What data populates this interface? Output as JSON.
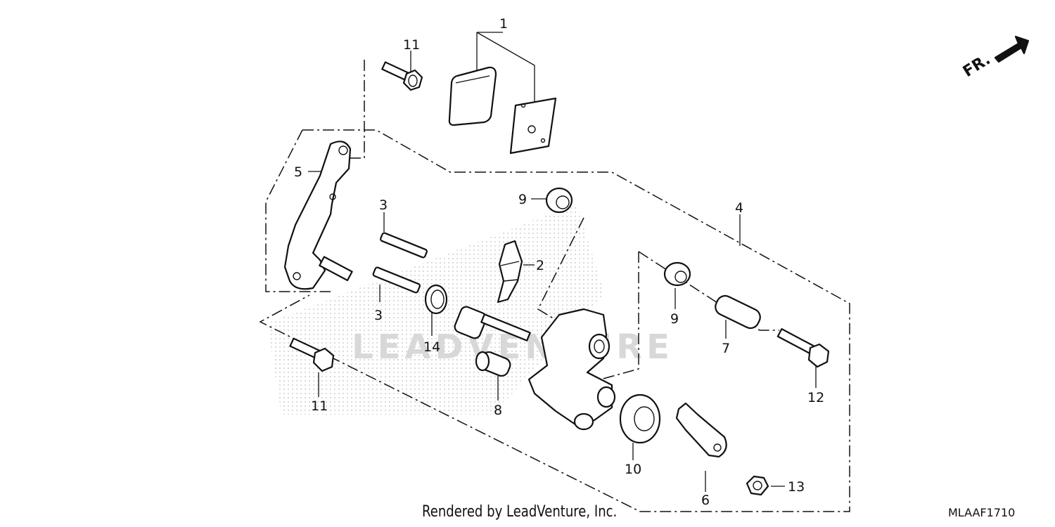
{
  "diagram": {
    "callouts": {
      "c1": "1",
      "c2": "2",
      "c3a": "3",
      "c3b": "3",
      "c4": "4",
      "c5": "5",
      "c6": "6",
      "c7": "7",
      "c8": "8",
      "c9a": "9",
      "c9b": "9",
      "c10": "10",
      "c11a": "11",
      "c11b": "11",
      "c12": "12",
      "c13": "13",
      "c14": "14"
    },
    "direction_label": "FR.",
    "watermark": "LEADVENTURE"
  },
  "footer": {
    "credit": "Rendered by LeadVenture, Inc.",
    "diagram_code": "MLAAF1710"
  }
}
